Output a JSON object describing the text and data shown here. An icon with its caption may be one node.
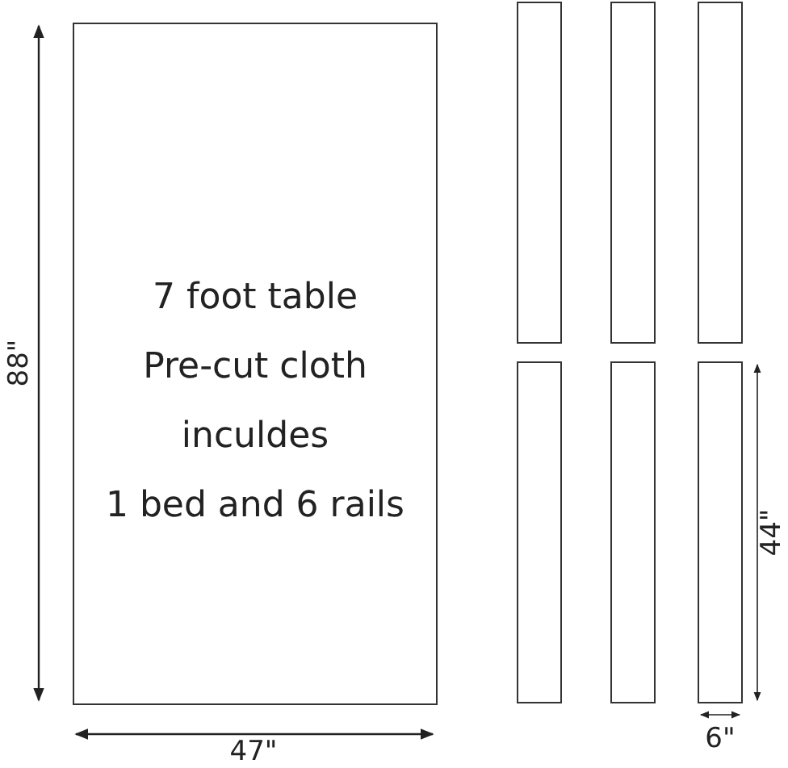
{
  "diagram": {
    "nodes": [
      {
        "text": [
          "7 foot table",
          "Pre-cut cloth",
          "inculdes",
          "1 bed and 6 rails"
        ]
      },
      {
        "text": [],
        "shape": "box"
      },
      {
        "text": [],
        "shape": "box"
      },
      {
        "text": [],
        "shape": "box"
      },
      {
        "text": [],
        "shape": "box"
      },
      {
        "text": [],
        "shape": "box"
      },
      {
        "text": [],
        "shape": "box"
      }
    ],
    "edges": [],
    "labels": [
      "88\"",
      "47\"",
      "44\"",
      "6\""
    ]
  }
}
